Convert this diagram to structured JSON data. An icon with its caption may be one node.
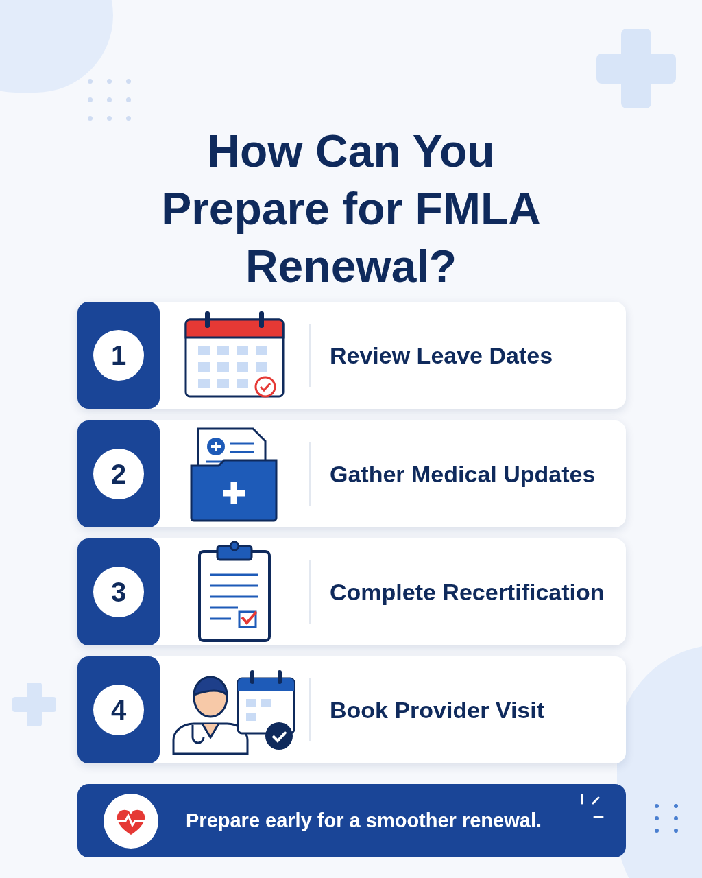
{
  "diagram": {
    "title": "How Can You Prepare for FMLA Renewal?",
    "nodes": [
      {
        "text": [
          "Review Leave Dates"
        ]
      },
      {
        "text": [
          "1"
        ],
        "in": 0
      },
      {
        "text": [
          "Gather Medical Updates"
        ]
      },
      {
        "text": [
          "2"
        ],
        "in": 2
      },
      {
        "text": [
          "Complete Recertification"
        ]
      },
      {
        "text": [
          "3"
        ],
        "in": 4
      },
      {
        "text": [
          "Book Provider Visit"
        ]
      },
      {
        "text": [
          "4"
        ],
        "in": 6
      },
      {
        "text": [
          "Prepare early for a smoother renewal."
        ]
      }
    ]
  }
}
